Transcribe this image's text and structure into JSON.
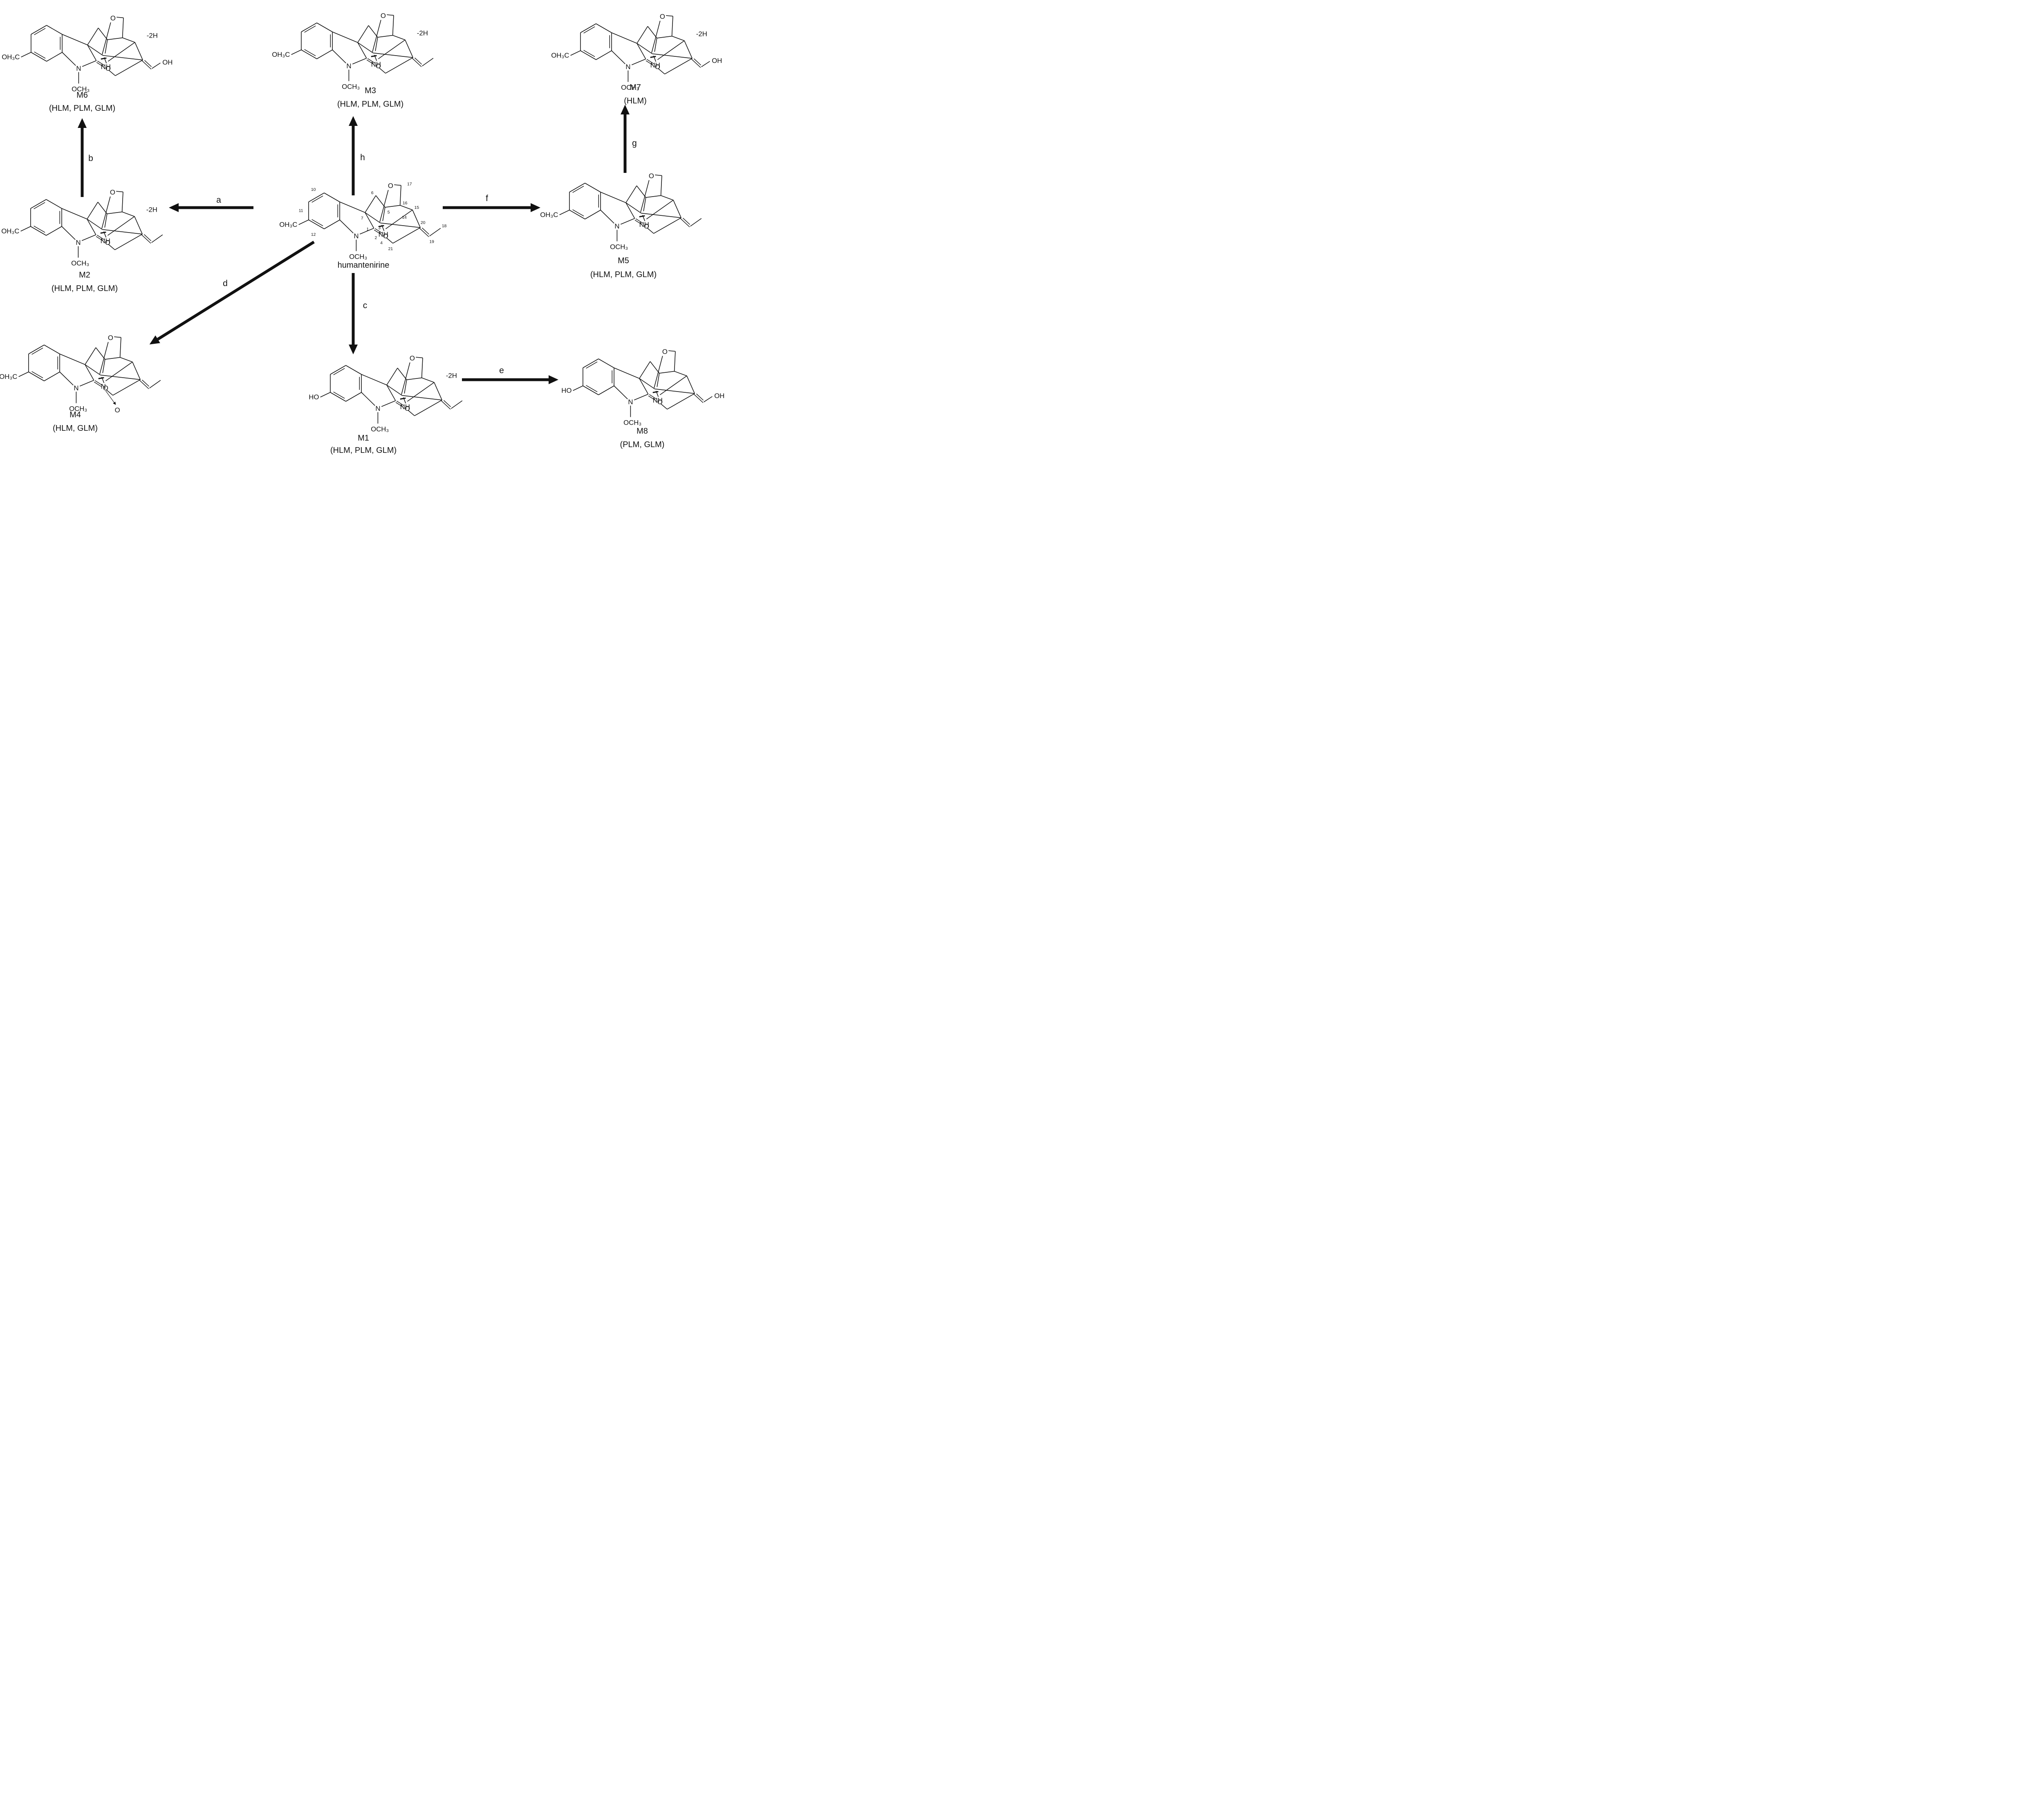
{
  "figure": {
    "type": "metabolic-reaction-scheme",
    "parent_compound": "humantenirine",
    "ink_color": "#111111",
    "background": "#ffffff"
  },
  "molecules": [
    {
      "id": "humantenirine",
      "name": "humantenirine",
      "enzymes": "",
      "labels": {
        "aryl": "OH₃C",
        "ring_n": "N",
        "n_substituent": "OCH₃",
        "carbonyl_o": "O",
        "ether_o": "O",
        "amine": "NH"
      },
      "minus_2h": "",
      "terminal_oh": "",
      "n_oxide_o": "",
      "atom_numbers": [
        "1",
        "2",
        "3",
        "4",
        "5",
        "6",
        "7",
        "10",
        "11",
        "12",
        "14",
        "15",
        "16",
        "17",
        "18",
        "19",
        "20",
        "21"
      ]
    },
    {
      "id": "M6",
      "name": "M6",
      "enzymes": "(HLM, PLM, GLM)",
      "labels": {
        "aryl": "OH₃C",
        "ring_n": "N",
        "n_substituent": "OCH₃",
        "carbonyl_o": "O",
        "ether_o": "O",
        "amine": "NH"
      },
      "minus_2h": "-2H",
      "terminal_oh": "OH",
      "n_oxide_o": "",
      "atom_numbers": []
    },
    {
      "id": "M3",
      "name": "M3",
      "enzymes": "(HLM, PLM, GLM)",
      "labels": {
        "aryl": "OH₃C",
        "ring_n": "N",
        "n_substituent": "OCH₃",
        "carbonyl_o": "O",
        "ether_o": "O",
        "amine": "NH"
      },
      "minus_2h": "-2H",
      "terminal_oh": "",
      "n_oxide_o": "",
      "atom_numbers": []
    },
    {
      "id": "M7",
      "name": "M7",
      "enzymes": "(HLM)",
      "labels": {
        "aryl": "OH₃C",
        "ring_n": "N",
        "n_substituent": "OCH₃",
        "carbonyl_o": "O",
        "ether_o": "O",
        "amine": "NH"
      },
      "minus_2h": "-2H",
      "terminal_oh": "OH",
      "n_oxide_o": "",
      "atom_numbers": []
    },
    {
      "id": "M2",
      "name": "M2",
      "enzymes": "(HLM, PLM, GLM)",
      "labels": {
        "aryl": "OH₃C",
        "ring_n": "N",
        "n_substituent": "OCH₃",
        "carbonyl_o": "O",
        "ether_o": "O",
        "amine": "NH"
      },
      "minus_2h": "-2H",
      "terminal_oh": "",
      "n_oxide_o": "",
      "atom_numbers": []
    },
    {
      "id": "M5",
      "name": "M5",
      "enzymes": "(HLM, PLM, GLM)",
      "labels": {
        "aryl": "OH₃C",
        "ring_n": "N",
        "n_substituent": "OCH₃",
        "carbonyl_o": "O",
        "ether_o": "O",
        "amine": "NH"
      },
      "minus_2h": "",
      "terminal_oh": "",
      "n_oxide_o": "",
      "atom_numbers": []
    },
    {
      "id": "M4",
      "name": "M4",
      "enzymes": "(HLM, GLM)",
      "labels": {
        "aryl": "OH₃C",
        "ring_n": "N",
        "n_substituent": "OCH₃",
        "carbonyl_o": "O",
        "ether_o": "O",
        "amine": "N"
      },
      "minus_2h": "",
      "terminal_oh": "",
      "n_oxide_o": "O",
      "atom_numbers": []
    },
    {
      "id": "M1",
      "name": "M1",
      "enzymes": "(HLM, PLM, GLM)",
      "labels": {
        "aryl": "HO",
        "ring_n": "N",
        "n_substituent": "OCH₃",
        "carbonyl_o": "O",
        "ether_o": "O",
        "amine": "NH"
      },
      "minus_2h": "-2H",
      "terminal_oh": "",
      "n_oxide_o": "",
      "atom_numbers": []
    },
    {
      "id": "M8",
      "name": "M8",
      "enzymes": "(PLM, GLM)",
      "labels": {
        "aryl": "HO",
        "ring_n": "N",
        "n_substituent": "OCH₃",
        "carbonyl_o": "O",
        "ether_o": "O",
        "amine": "NH"
      },
      "minus_2h": "",
      "terminal_oh": "OH",
      "n_oxide_o": "",
      "atom_numbers": []
    }
  ],
  "arrows": [
    {
      "id": "a",
      "label": "a"
    },
    {
      "id": "b",
      "label": "b"
    },
    {
      "id": "c",
      "label": "c"
    },
    {
      "id": "d",
      "label": "d"
    },
    {
      "id": "e",
      "label": "e"
    },
    {
      "id": "f",
      "label": "f"
    },
    {
      "id": "g",
      "label": "g"
    },
    {
      "id": "h",
      "label": "h"
    }
  ]
}
